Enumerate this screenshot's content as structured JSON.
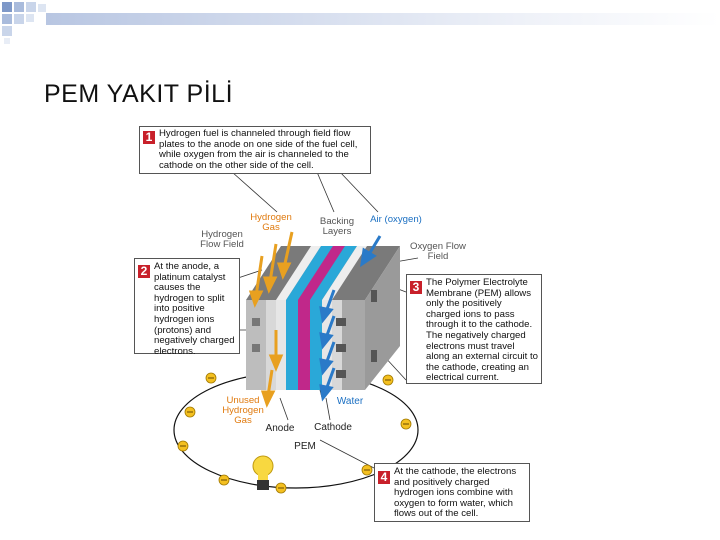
{
  "slide": {
    "title": "PEM YAKIT PİLİ"
  },
  "steps": [
    {
      "num": "1",
      "text": "Hydrogen fuel is channeled through field flow plates to the anode on one side of the fuel cell, while oxygen from the air is channeled to the cathode on the other side of the cell."
    },
    {
      "num": "2",
      "text": "At the anode, a platinum catalyst causes the hydrogen to split into positive hydrogen ions (protons) and negatively charged electrons."
    },
    {
      "num": "3",
      "text": "The Polymer Electrolyte Membrane (PEM) allows only the positively charged ions to pass through it to the cathode. The negatively charged electrons must travel along an external circuit to the cathode, creating an electrical current."
    },
    {
      "num": "4",
      "text": "At the cathode, the electrons and positively charged hydrogen ions combine with oxygen to form water, which flows out of the cell."
    }
  ],
  "labels": {
    "hydrogen_gas": "Hydrogen Gas",
    "backing_layers": "Backing Layers",
    "air_oxygen": "Air (oxygen)",
    "hydrogen_flow_field": "Hydrogen Flow Field",
    "oxygen_flow_field": "Oxygen Flow Field",
    "unused_hydrogen_gas": "Unused Hydrogen Gas",
    "water": "Water",
    "anode": "Anode",
    "cathode": "Cathode",
    "pem": "PEM"
  },
  "colors": {
    "accent_red": "#c8202a",
    "hydrogen_orange": "#e07b10",
    "water_blue": "#1a6fc2",
    "pem_magenta": "#c0288a",
    "layer_cyan": "#2aa8d8"
  }
}
